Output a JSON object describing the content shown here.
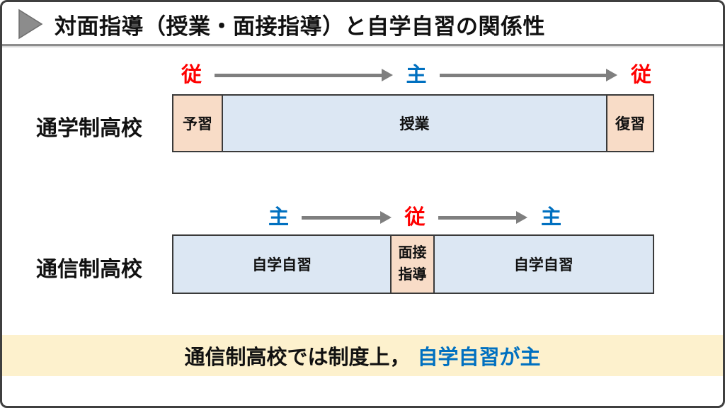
{
  "title": {
    "text": "対面指導（授業・面接指導）と自学自習の関係性"
  },
  "colors": {
    "accent-red": "#ff0000",
    "accent-blue": "#0070c0",
    "arrow-gray": "#7f7f7f",
    "peach": "#f8dcc7",
    "light-blue": "#dce7f3",
    "banner-bg": "#fdf1cd",
    "border-dark": "#3a3a3a",
    "divider-gray": "#8d8d8d",
    "triangle-gray": "#8c8c8c"
  },
  "rows": [
    {
      "label": "通学制高校",
      "flow": [
        {
          "label": "従",
          "emphasis": "red"
        },
        {
          "label": "主",
          "emphasis": "blue"
        },
        {
          "label": "従",
          "emphasis": "red"
        }
      ],
      "segments": [
        {
          "label": "予習",
          "fill": "peach",
          "width_pct": 10.5
        },
        {
          "label": "授業",
          "fill": "light-blue",
          "width_pct": 79.6
        },
        {
          "label": "復習",
          "fill": "peach",
          "width_pct": 9.9
        }
      ]
    },
    {
      "label": "通信制高校",
      "flow": [
        {
          "label": "主",
          "emphasis": "blue"
        },
        {
          "label": "従",
          "emphasis": "red"
        },
        {
          "label": "主",
          "emphasis": "blue"
        }
      ],
      "segments": [
        {
          "label": "自学自習",
          "fill": "light-blue",
          "width_pct": 45.3
        },
        {
          "label": "面接指導",
          "label_lines": [
            "面接",
            "指導"
          ],
          "fill": "peach",
          "width_pct": 9.1
        },
        {
          "label": "自学自習",
          "fill": "light-blue",
          "width_pct": 45.6
        }
      ]
    }
  ],
  "banner": {
    "text_black": "通信制高校では制度上，",
    "text_blue": "自学自習が主"
  }
}
